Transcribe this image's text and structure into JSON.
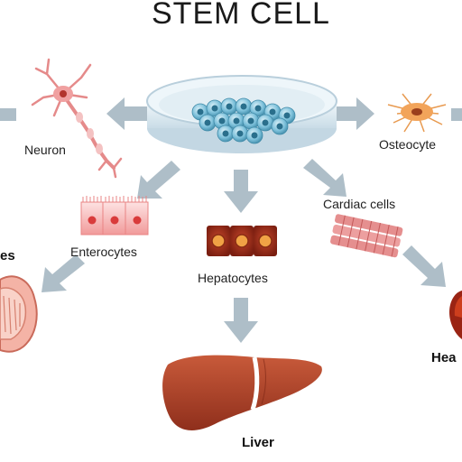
{
  "title": "STEM CELL",
  "labels": {
    "neuron": "Neuron",
    "osteocyte": "Osteocyte",
    "enterocytes": "Enterocytes",
    "hepatocytes": "Hepatocytes",
    "cardiac_cells": "Cardiac cells",
    "intestines_partial": "es",
    "liver": "Liver",
    "heart_partial": "Hea"
  },
  "colors": {
    "arrow": "#aebec8",
    "dish": "#d7e6ef",
    "stem_cell": "#6fb6d2",
    "enterocyte": "#f3a6a6",
    "hepatocyte": "#b23a22",
    "liver": "#b14c30",
    "cardiac": "#e58f8f",
    "neuron": "#f0a0a0",
    "osteocyte": "#f2a45a"
  }
}
